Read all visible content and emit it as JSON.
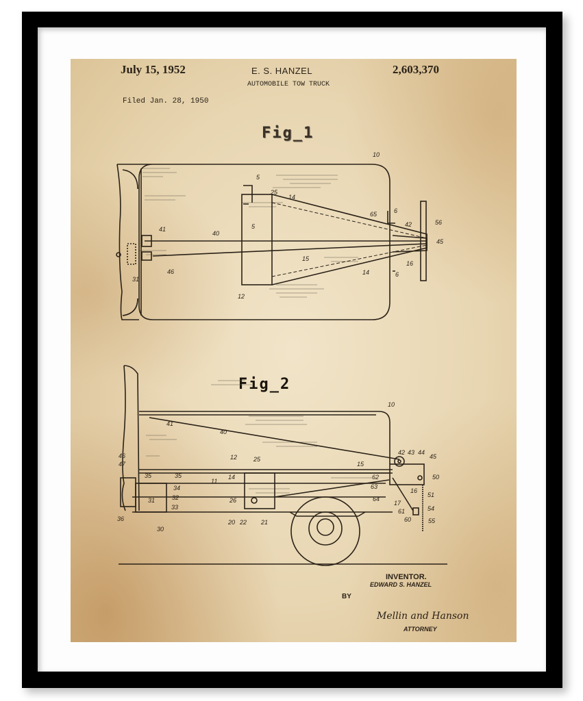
{
  "frame": {
    "outer_color": "#000000",
    "mat_color": "#fdfdfd",
    "paper_color": "#eadbbb"
  },
  "header": {
    "date": "July 15, 1952",
    "inventor_short": "E. S. HANZEL",
    "patent_number": "2,603,370",
    "title": "AUTOMOBILE TOW TRUCK",
    "filed": "Filed Jan. 28, 1950"
  },
  "figures": [
    {
      "label": "Fig_1",
      "view": "top-view",
      "reference_numbers": [
        "10",
        "12",
        "14",
        "15",
        "16",
        "25",
        "31",
        "40",
        "41",
        "42",
        "45",
        "46",
        "56",
        "65",
        "5",
        "5",
        "6",
        "6"
      ]
    },
    {
      "label": "Fig_2",
      "view": "side-view",
      "reference_numbers": [
        "10",
        "11",
        "12",
        "14",
        "15",
        "16",
        "17",
        "20",
        "21",
        "22",
        "25",
        "26",
        "30",
        "31",
        "32",
        "33",
        "34",
        "35",
        "35",
        "36",
        "40",
        "41",
        "42",
        "43",
        "44",
        "45",
        "46",
        "47",
        "50",
        "51",
        "54",
        "55",
        "60",
        "61",
        "62",
        "63",
        "64"
      ]
    }
  ],
  "footer": {
    "inventor_title": "INVENTOR.",
    "inventor_name": "EDWARD S. HANZEL",
    "by": "BY",
    "signature": "Mellin and Hanson",
    "attorney": "ATTORNEY"
  }
}
